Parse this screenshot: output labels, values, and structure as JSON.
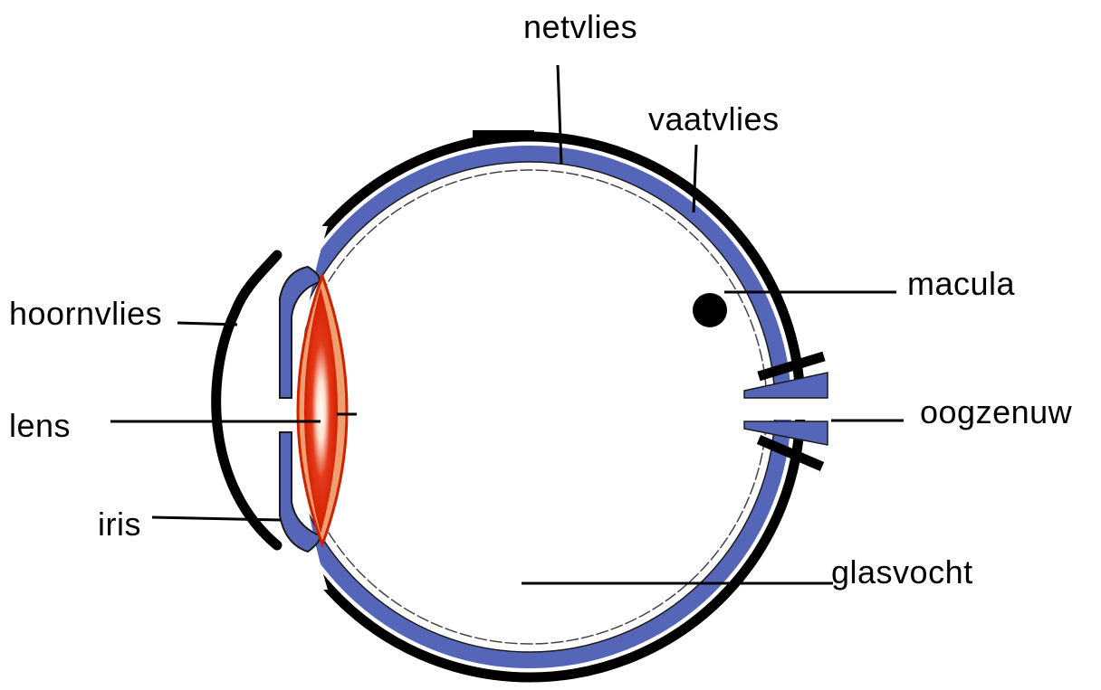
{
  "diagram": {
    "labels": {
      "netvlies": "netvlies",
      "vaatvlies": "vaatvlies",
      "macula": "macula",
      "hoornvlies": "hoornvlies",
      "oogzenuw": "oogzenuw",
      "lens": "lens",
      "iris": "iris",
      "glasvocht": "glasvocht"
    },
    "colors": {
      "outline": "#000000",
      "layer": "#5566b8",
      "lens_outer": "#cc2200",
      "lens_inner": "#f0a070",
      "background": "#ffffff"
    }
  }
}
